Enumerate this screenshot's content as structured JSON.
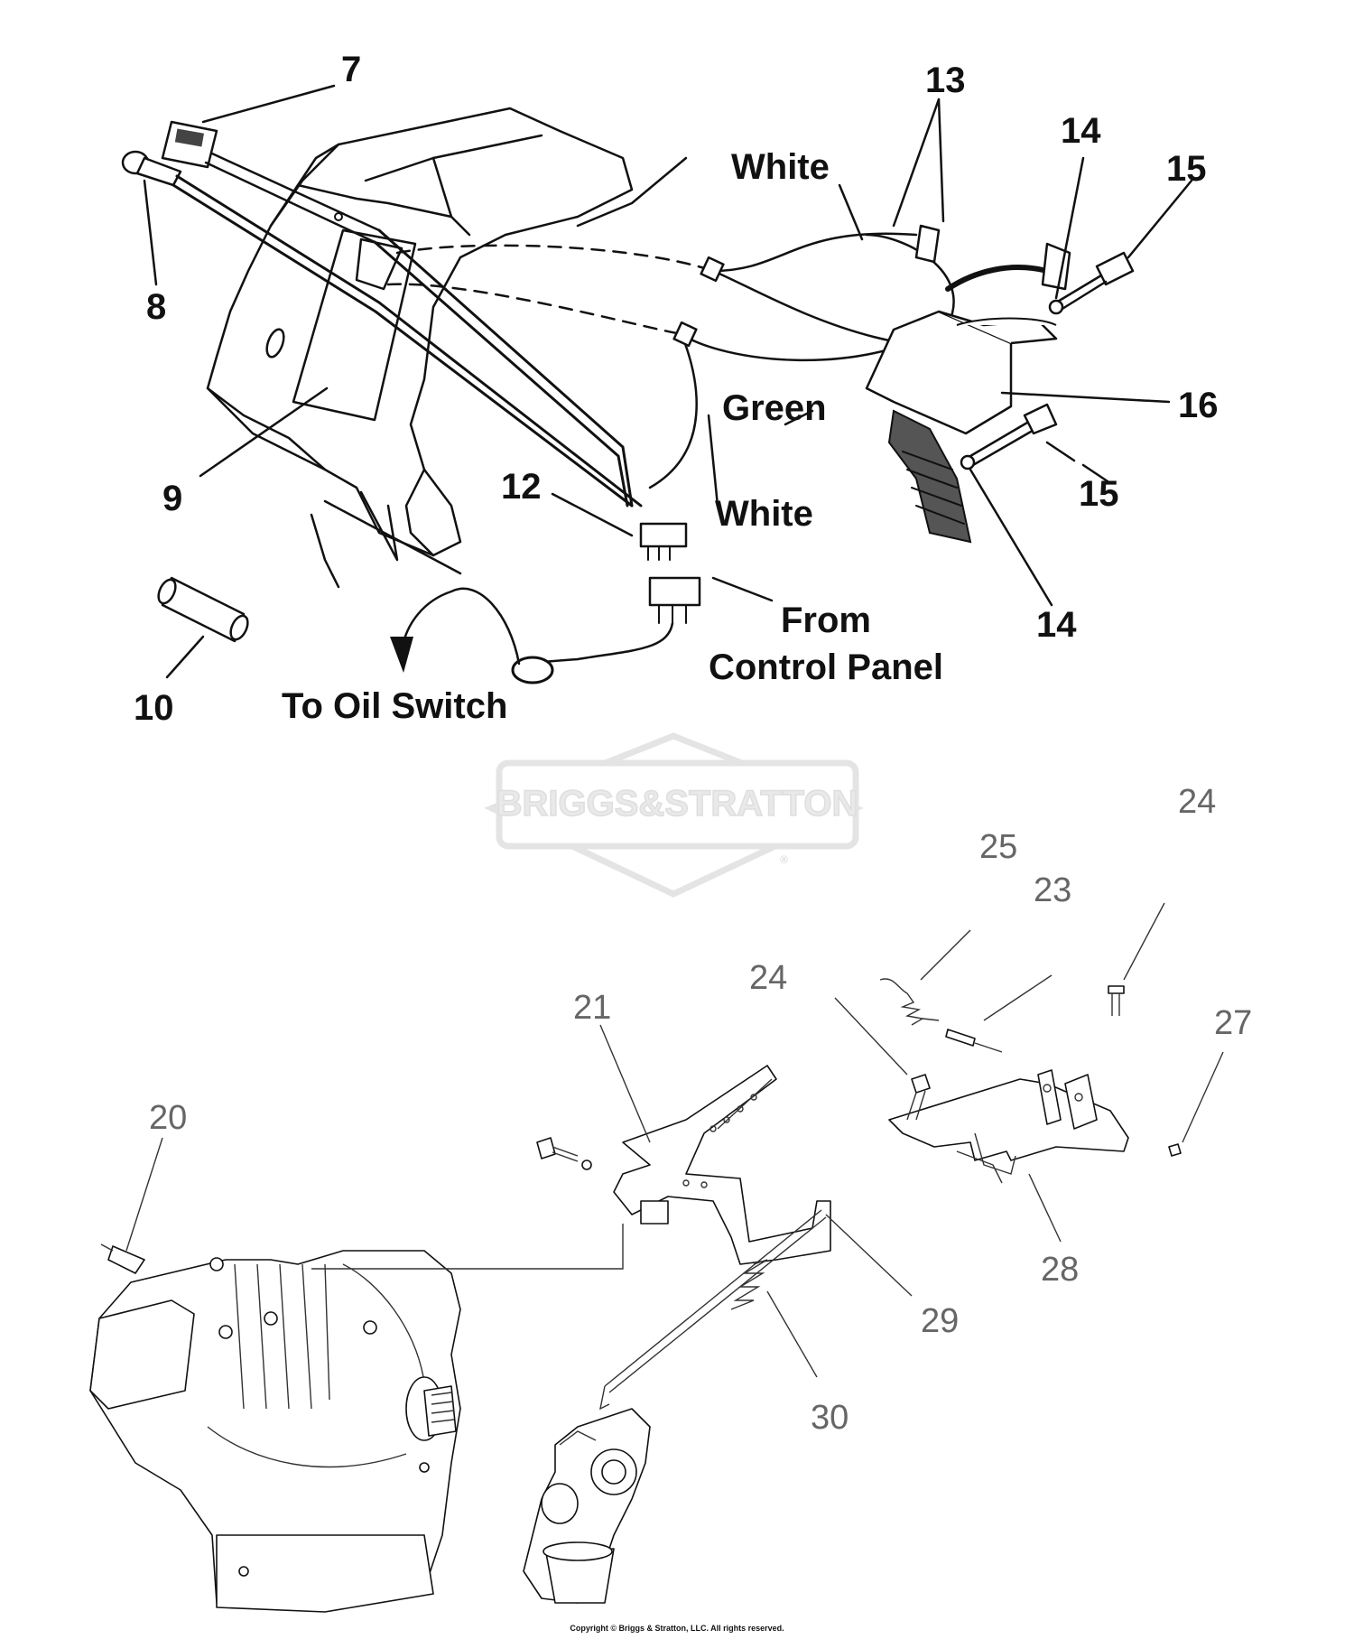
{
  "callouts_upper": {
    "c7": "7",
    "c8": "8",
    "c9": "9",
    "c10": "10",
    "c12": "12",
    "c13": "13",
    "c14a": "14",
    "c14b": "14",
    "c15a": "15",
    "c15b": "15",
    "c16": "16"
  },
  "wire_labels": {
    "white_top": "White",
    "green": "Green",
    "white_bottom": "White",
    "from_control_1": "From",
    "from_control_2": "Control Panel",
    "to_oil_switch": "To Oil Switch"
  },
  "callouts_lower": {
    "c20": "20",
    "c21": "21",
    "c23": "23",
    "c24a": "24",
    "c24b": "24",
    "c25": "25",
    "c27": "27",
    "c28": "28",
    "c29": "29",
    "c30": "30"
  },
  "watermark": {
    "brand": "BRIGGS&STRATTON",
    "mark": "®"
  },
  "copyright": "Copyright © Briggs & Stratton, LLC. All rights reserved.",
  "colors": {
    "ink": "#111111",
    "light_callout": "#666666",
    "watermark": "#e4e4e4"
  }
}
